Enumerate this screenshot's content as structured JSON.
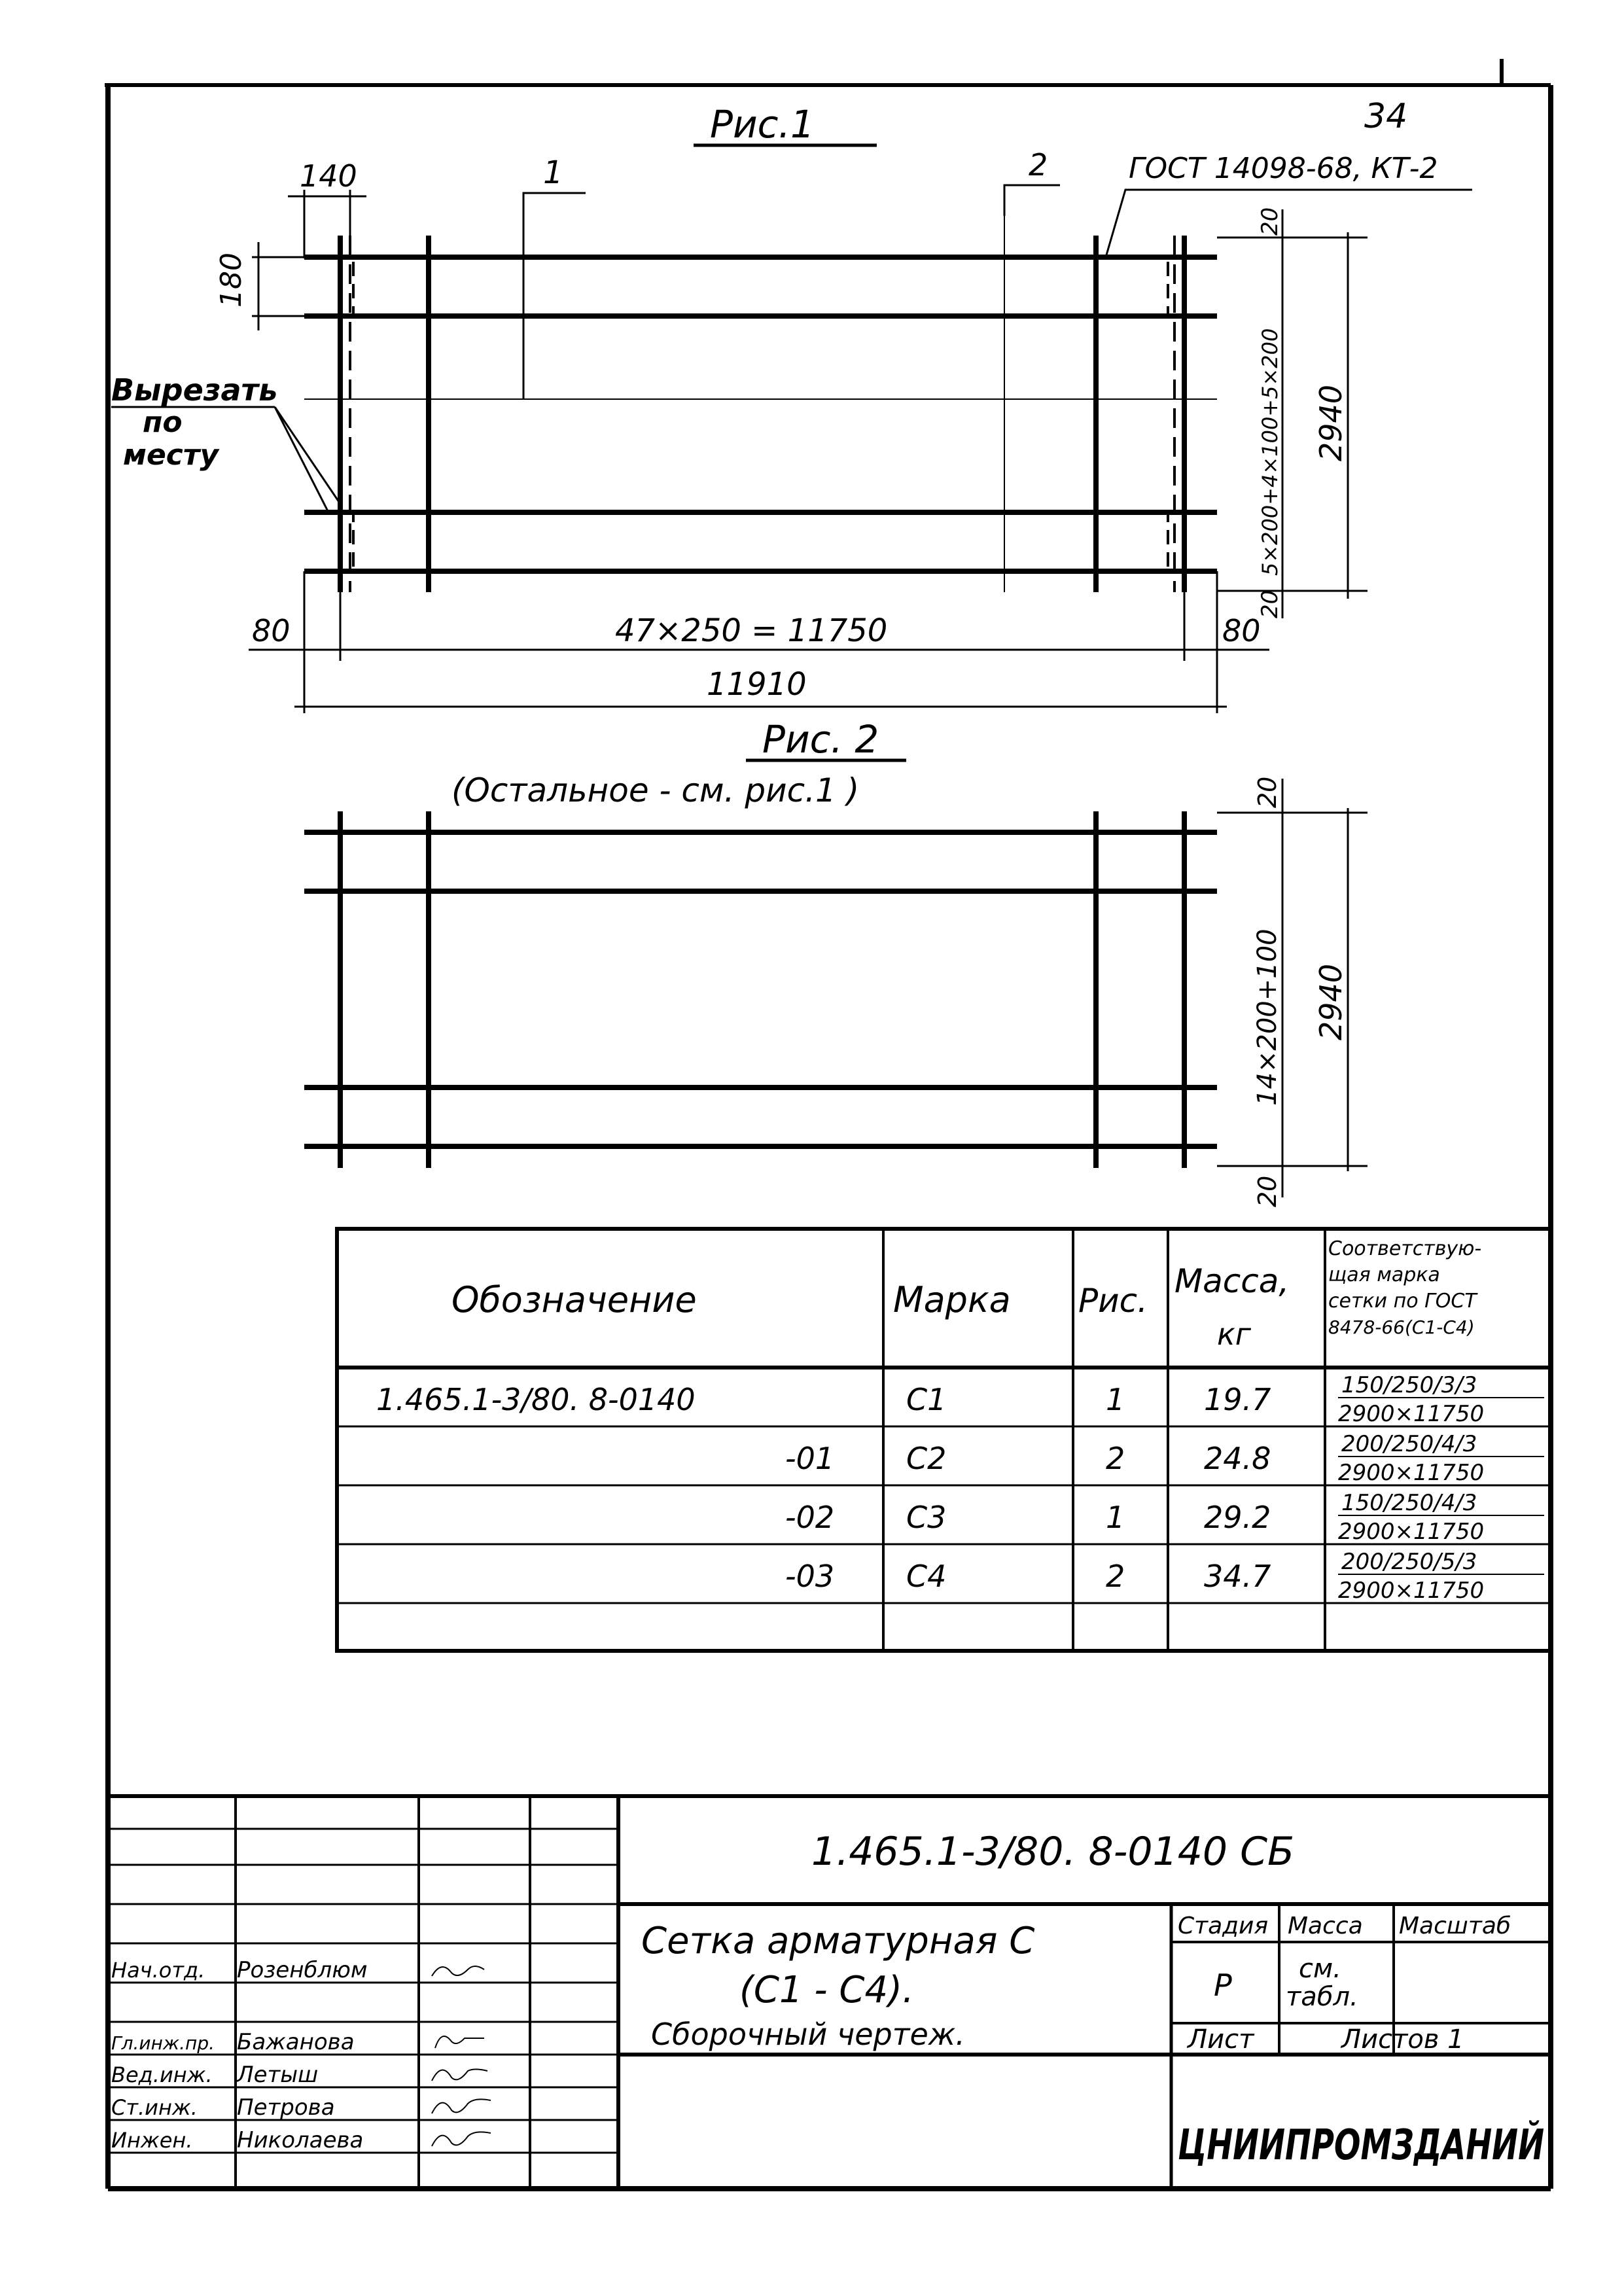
{
  "sheet_number": "34",
  "fig1": {
    "title": "Рис.1",
    "dims": {
      "left_offset": "140",
      "left_height": "180",
      "bar_spacing": "47×250 = 11750",
      "edge_left": "80",
      "edge_right": "80",
      "total_length": "11910",
      "top_edge": "20",
      "bottom_edge": "20",
      "cross_spacing": "5×200+4×100+5×200",
      "total_width": "2940"
    },
    "callout_1": "1",
    "callout_2": "2",
    "weld_note": "ГОСТ 14098-68, КТ-2",
    "cut_note": "Вырезать по месту"
  },
  "fig2": {
    "title": "Рис. 2",
    "subtitle": "(Остальное - см. рис.1 )",
    "dims": {
      "top_edge": "20",
      "bottom_edge": "20",
      "cross_spacing": "14×200+100",
      "total_width": "2940"
    }
  },
  "spec_table": {
    "headers": {
      "designation": "Обозначение",
      "mark": "Марка",
      "fig": "Рис.",
      "mass": "Масса,",
      "mass_unit": "кг",
      "gost": "Соответствую-щая марка сетки по ГОСТ 8478-66(С1-С4)"
    },
    "rows": [
      {
        "designation": "1.465.1-3/80. 8-0140",
        "mark": "С1",
        "fig": "1",
        "mass": "19.7",
        "gost_top": "150/250/3/3",
        "gost_bottom": "2900×11750"
      },
      {
        "designation": "-01",
        "mark": "С2",
        "fig": "2",
        "mass": "24.8",
        "gost_top": "200/250/4/3",
        "gost_bottom": "2900×11750"
      },
      {
        "designation": "-02",
        "mark": "С3",
        "fig": "1",
        "mass": "29.2",
        "gost_top": "150/250/4/3",
        "gost_bottom": "2900×11750"
      },
      {
        "designation": "-03",
        "mark": "С4",
        "fig": "2",
        "mass": "34.7",
        "gost_top": "200/250/5/3",
        "gost_bottom": "2900×11750"
      }
    ]
  },
  "title_block": {
    "doc_code": "1.465.1-3/80. 8-0140 СБ",
    "title_line1": "Сетка арматурная С",
    "title_line2": "(С1 - С4).",
    "title_line3": "Сборочный чертеж.",
    "stage_label": "Стадия",
    "stage_value": "Р",
    "mass_label": "Масса",
    "mass_value": "см. табл.",
    "scale_label": "Масштаб",
    "sheet_label": "Лист",
    "sheets_label": "Листов 1",
    "org": "ЦНИИПРОМЗДАНИЙ",
    "signatures": [
      {
        "role": "Нач.отд.",
        "name": "Розенблюм"
      },
      {
        "role": "Гл.инж.пр.",
        "name": "Бажанова"
      },
      {
        "role": "Вед.инж.",
        "name": "Летыш"
      },
      {
        "role": "Ст.инж.",
        "name": "Петрова"
      },
      {
        "role": "Инжен.",
        "name": "Николаева"
      }
    ]
  }
}
